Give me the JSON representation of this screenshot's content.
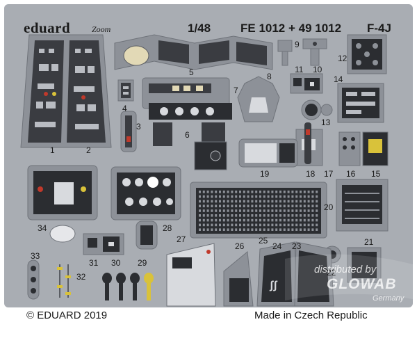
{
  "header": {
    "brand": "eduard",
    "zoom_logo": "Zoom",
    "scale": "1/48",
    "code": "FE 1012 + 49 1012",
    "aircraft": "F-4J"
  },
  "footer": {
    "copyright": "© EDUARD 2019",
    "origin": "Made in Czech Republic"
  },
  "watermark": {
    "line1": "distributed by",
    "line2": "GLOWAB",
    "line3": "Germany"
  },
  "part_numbers": [
    "1",
    "2",
    "3",
    "4",
    "5",
    "6",
    "7",
    "8",
    "9",
    "10",
    "11",
    "12",
    "13",
    "14",
    "15",
    "16",
    "17",
    "18",
    "19",
    "20",
    "21",
    "22",
    "23",
    "24",
    "25",
    "26",
    "27",
    "28",
    "29",
    "30",
    "31",
    "32",
    "33",
    "34"
  ],
  "colors": {
    "fret_background": "#a9adb3",
    "panel_gray": "#8d9198",
    "panel_dark": "#2b2d31",
    "instrument_yellow": "#d9c23a"
  }
}
